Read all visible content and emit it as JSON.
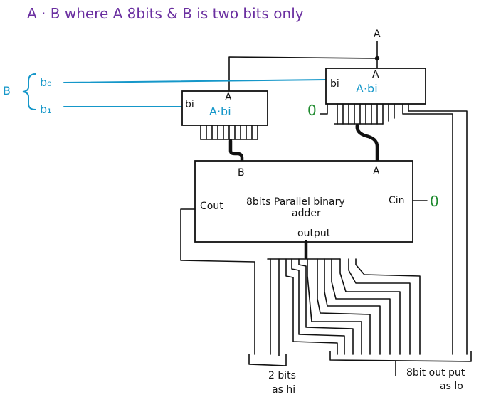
{
  "title": "A · B  where A 8bits & B is two bits only",
  "input_A": "A",
  "input_B": "B",
  "b0": "b₀",
  "b1": "b₁",
  "mult_top": {
    "bi": "bi",
    "A": "A",
    "op": "A·bi"
  },
  "mult_left": {
    "bi": "bi",
    "A": "A",
    "op": "A·bi"
  },
  "zero_mult": "0",
  "zero_cin": "0",
  "adder": {
    "line1": "8bits Parallel binary",
    "line2": "adder",
    "cout": "Cout",
    "cin": "Cin",
    "port_B": "B",
    "port_A": "A",
    "output": "output"
  },
  "note_hi_1": "2 bits",
  "note_hi_2": "as hi",
  "note_lo_1": "8bit out put",
  "note_lo_2": "as lo",
  "colors": {
    "title": "#6a2fa0",
    "b_inputs": "#1597c9",
    "zeros": "#1e8a2e",
    "ink": "#111111"
  }
}
